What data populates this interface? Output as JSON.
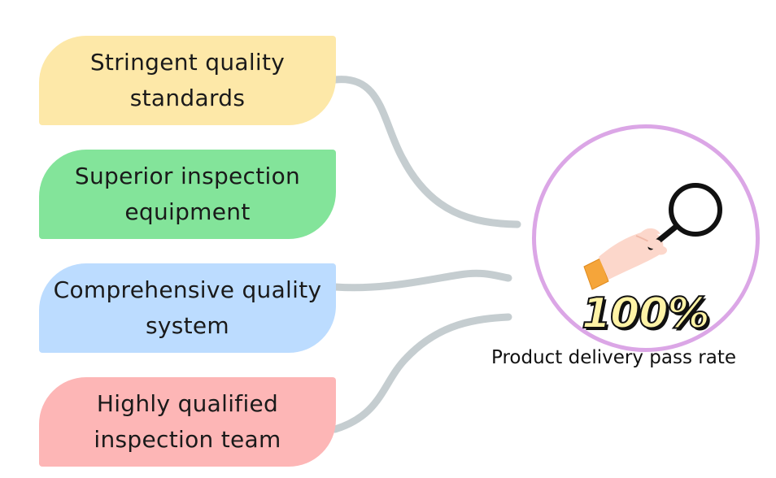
{
  "cards": [
    {
      "lines": [
        "Stringent quality",
        "standards"
      ],
      "color": "#fde8a8"
    },
    {
      "lines": [
        "Superior inspection",
        "equipment"
      ],
      "color": "#83e49a"
    },
    {
      "lines": [
        "Comprehensive quality",
        "system"
      ],
      "color": "#bcdcff"
    },
    {
      "lines": [
        "Highly qualified",
        "inspection team"
      ],
      "color": "#fdb6b6"
    }
  ],
  "result": {
    "percentage": "100%",
    "label": "Product delivery pass rate",
    "icon": "magnifying-glass-hand-icon",
    "ring_color": "#dba6e6"
  },
  "connector_color": "#c5cdd0"
}
